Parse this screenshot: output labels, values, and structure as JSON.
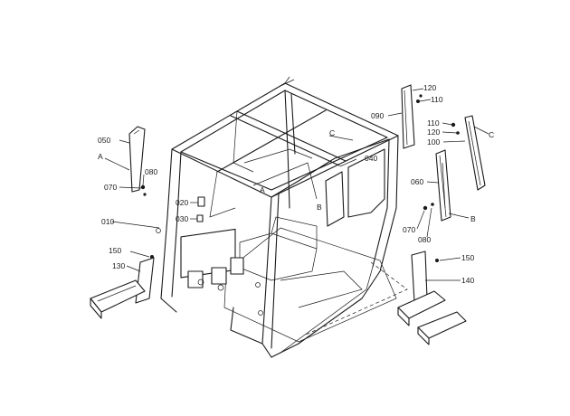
{
  "callouts": [
    {
      "id": "lbl-010",
      "text": "010"
    },
    {
      "id": "lbl-020",
      "text": "020"
    },
    {
      "id": "lbl-030",
      "text": "030"
    },
    {
      "id": "lbl-040",
      "text": "040"
    },
    {
      "id": "lbl-050",
      "text": "050"
    },
    {
      "id": "lbl-060",
      "text": "060"
    },
    {
      "id": "lbl-070a",
      "text": "070"
    },
    {
      "id": "lbl-070b",
      "text": "070"
    },
    {
      "id": "lbl-080a",
      "text": "080"
    },
    {
      "id": "lbl-080b",
      "text": "080"
    },
    {
      "id": "lbl-090",
      "text": "090"
    },
    {
      "id": "lbl-100",
      "text": "100"
    },
    {
      "id": "lbl-110a",
      "text": "110"
    },
    {
      "id": "lbl-110b",
      "text": "110"
    },
    {
      "id": "lbl-120a",
      "text": "120"
    },
    {
      "id": "lbl-120b",
      "text": "120"
    },
    {
      "id": "lbl-130",
      "text": "130"
    },
    {
      "id": "lbl-140",
      "text": "140"
    },
    {
      "id": "lbl-150a",
      "text": "150"
    },
    {
      "id": "lbl-150b",
      "text": "150"
    }
  ],
  "references": [
    {
      "id": "ref-a1",
      "text": "A"
    },
    {
      "id": "ref-a2",
      "text": "A"
    },
    {
      "id": "ref-b1",
      "text": "B"
    },
    {
      "id": "ref-b2",
      "text": "B"
    },
    {
      "id": "ref-c1",
      "text": "C"
    },
    {
      "id": "ref-c2",
      "text": "C"
    }
  ],
  "colors": {
    "ink": "#1a1a1a",
    "paper": "#ffffff"
  }
}
